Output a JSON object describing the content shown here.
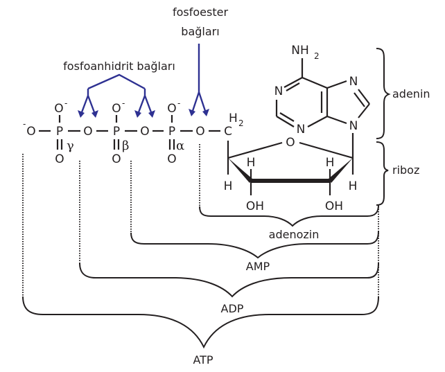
{
  "title": "ATP molecule structure",
  "colors": {
    "ink": "#231f20",
    "arrow": "#2e3192",
    "background": "#ffffff"
  },
  "annotations": {
    "phosphoester_line1": "fosfoester",
    "phosphoester_line2": "bağları",
    "phosphoanhydride": "fosfoanhidrit bağları"
  },
  "phosphates": {
    "terminal_oxygen": "O",
    "terminal_charge": "-",
    "gamma": {
      "p": "P",
      "top_o": "O",
      "charge": "-",
      "bottom_o": "O",
      "greek": "γ"
    },
    "beta": {
      "p": "P",
      "top_o": "O",
      "charge": "-",
      "bottom_o": "O",
      "greek": "β"
    },
    "alpha": {
      "p": "P",
      "top_o": "O",
      "charge": "-",
      "bottom_o": "O",
      "greek": "α"
    },
    "bridge_o1": "O",
    "bridge_o2": "O",
    "bridge_o3": "O"
  },
  "ribose": {
    "c5": "C",
    "c5_h": "H",
    "c5_h_sub": "2",
    "ring_o": "O",
    "h_labels": [
      "H",
      "H",
      "H",
      "H"
    ],
    "oh_labels": [
      "OH",
      "OH"
    ]
  },
  "adenine": {
    "amine": "NH",
    "amine_sub": "2",
    "n1": "N",
    "n3": "N",
    "n7": "N",
    "n9": "N"
  },
  "groups": {
    "adenine": "adenin",
    "ribose": "riboz",
    "adenosine": "adenozin",
    "amp": "AMP",
    "adp": "ADP",
    "atp": "ATP"
  }
}
